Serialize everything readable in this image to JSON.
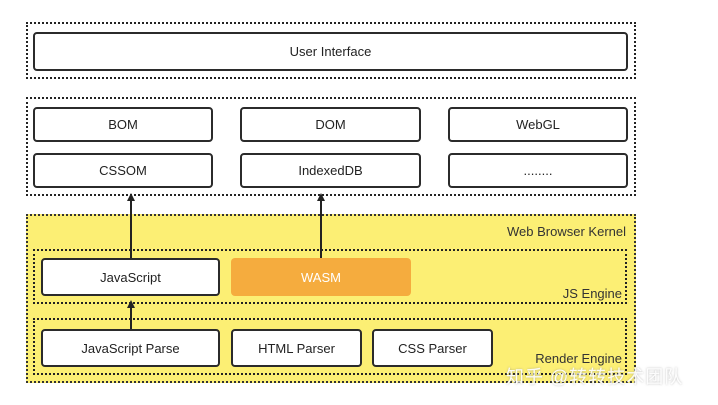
{
  "user_interface_layer": {
    "label": "User Interface"
  },
  "api_layer": {
    "row1": [
      "BOM",
      "DOM",
      "WebGL"
    ],
    "row2": [
      "CSSOM",
      "IndexedDB",
      "........"
    ]
  },
  "kernel": {
    "title": "Web Browser Kernel",
    "background_color": "#fcef74",
    "js_engine": {
      "title": "JS Engine",
      "javascript_label": "JavaScript",
      "wasm_label": "WASM",
      "wasm_color": "#f5ac3e"
    },
    "render_engine": {
      "title": "Render Engine",
      "items": [
        "JavaScript Parse",
        "HTML Parser",
        "CSS Parser"
      ]
    }
  },
  "watermark": {
    "text": "知乎 @转转技术团队"
  }
}
